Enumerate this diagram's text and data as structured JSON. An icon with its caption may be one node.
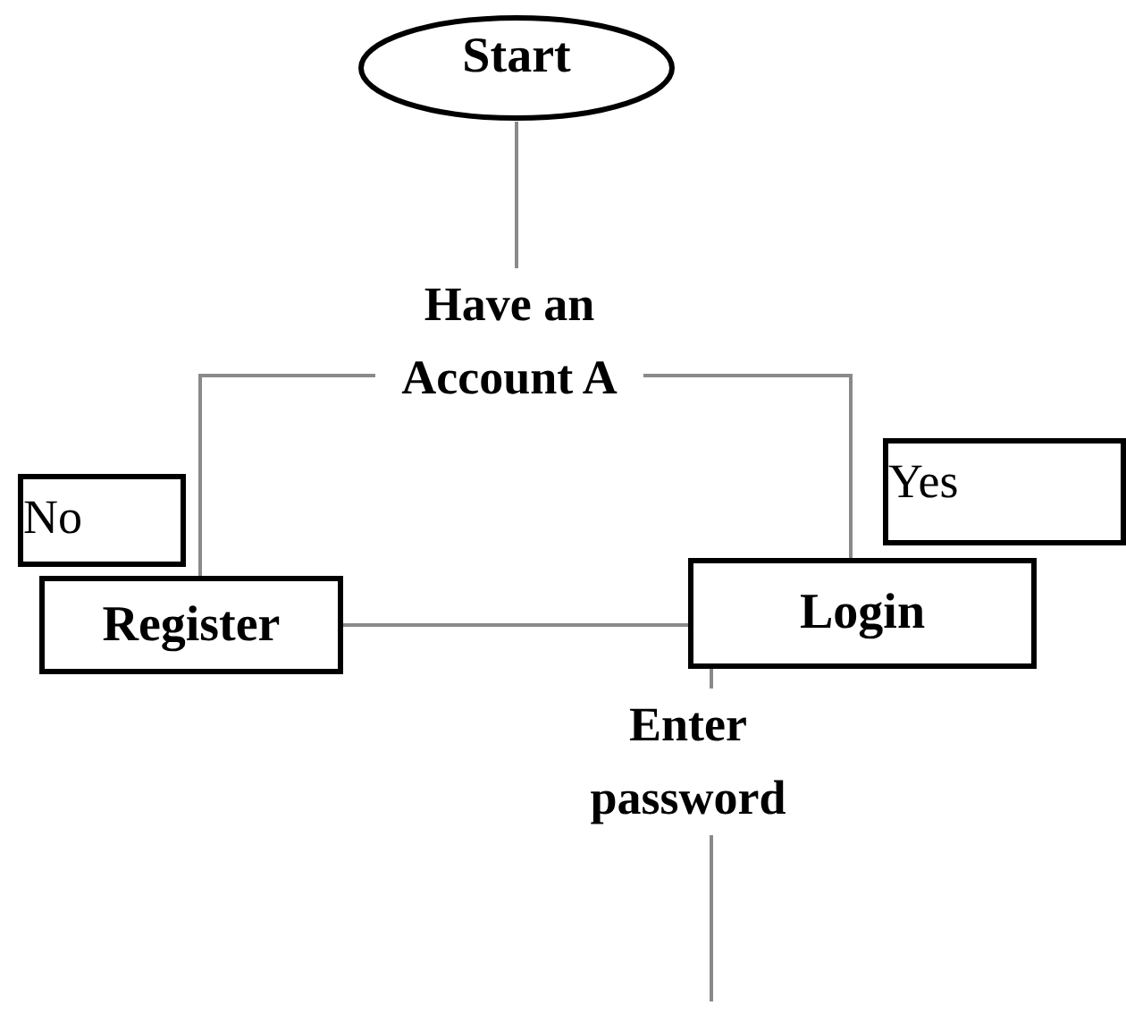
{
  "diagram": {
    "nodes": [
      {
        "text": [
          "Start"
        ]
      },
      {
        "text": [
          "Have an Account A"
        ]
      },
      {
        "text": [
          "No"
        ]
      },
      {
        "text": [
          "Yes"
        ]
      },
      {
        "text": [
          "Register"
        ]
      },
      {
        "text": [
          "Login"
        ]
      },
      {
        "text": [
          "Enter password"
        ]
      }
    ],
    "edges": [
      {
        "from": 0,
        "to": 1,
        "arrow": "none"
      },
      {
        "from": 1,
        "to": 4,
        "arrow": "none"
      },
      {
        "from": 1,
        "to": 5,
        "arrow": "none"
      },
      {
        "from": 4,
        "to": 5,
        "arrow": "none"
      },
      {
        "from": 5,
        "to": 6,
        "arrow": "none"
      },
      {
        "from": 6,
        "to": null,
        "arrow": "none"
      }
    ]
  }
}
